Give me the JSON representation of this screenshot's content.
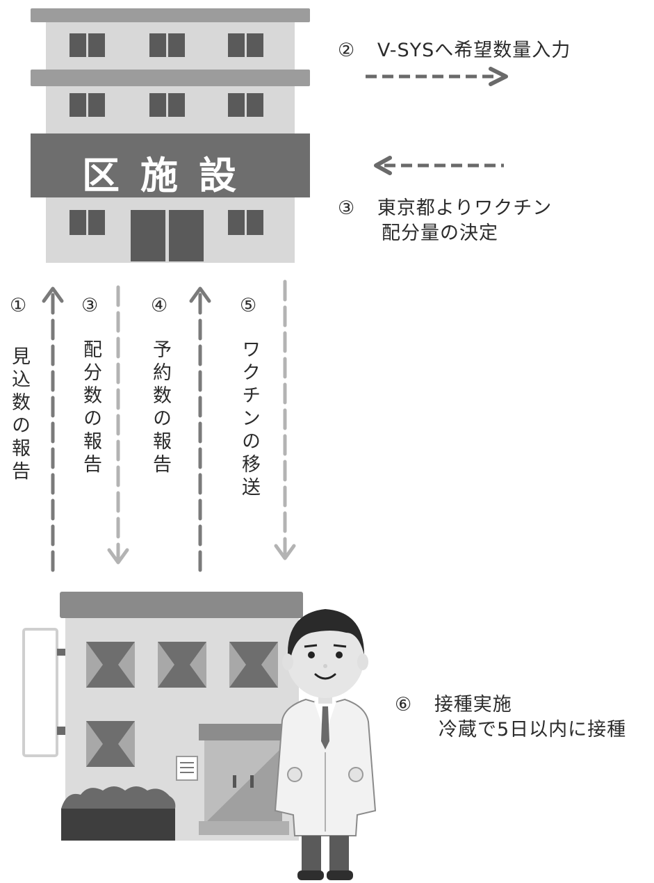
{
  "facility": {
    "sign": "区施設"
  },
  "top_steps": [
    {
      "number": "②",
      "text": "V-SYSへ希望数量入力"
    },
    {
      "number": "③",
      "text_line1": "東京都よりワクチン",
      "text_line2": "配分量の決定"
    }
  ],
  "flows": [
    {
      "number": "①",
      "text": "見込数の報告",
      "direction": "up"
    },
    {
      "number": "③",
      "text": "配分数の報告",
      "direction": "down"
    },
    {
      "number": "④",
      "text": "予約数の報告",
      "direction": "up"
    },
    {
      "number": "⑤",
      "text": "ワクチンの移送",
      "direction": "down"
    }
  ],
  "bottom_step": {
    "number": "⑥",
    "text_line1": "接種実施",
    "text_line2": "冷蔵で5日以内に接種"
  },
  "colors": {
    "dark": "#5c5c5c",
    "mid": "#8c8c8c",
    "light": "#b8b8b8",
    "wall": "#d9d9d9",
    "arrow_dark": "#7a7a7a",
    "arrow_light": "#b3b3b3"
  }
}
